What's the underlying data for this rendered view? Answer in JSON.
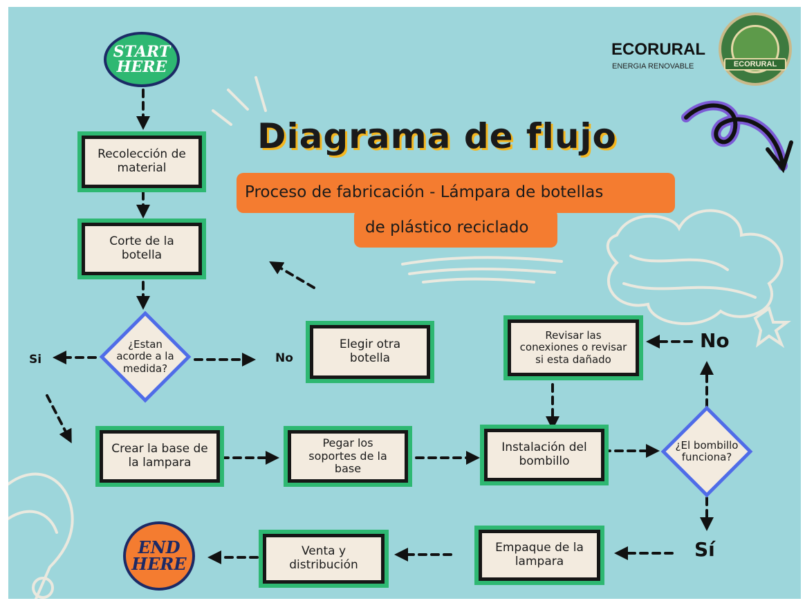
{
  "brand": {
    "name": "ECORURAL",
    "tagline": "ENERGIA RENOVABLE",
    "logo_text": "ECORURAL"
  },
  "title": "Diagrama de flujo",
  "subtitle": {
    "line1": "Proceso de fabricación - Lámpara de botellas",
    "line2": "de plástico reciclado"
  },
  "terminals": {
    "start": {
      "line1": "START",
      "line2": "HERE",
      "color": "#2eb872"
    },
    "end": {
      "line1": "END",
      "line2": "HERE",
      "color": "#f47c30"
    }
  },
  "steps": {
    "recoleccion": {
      "line1": "Recolección de",
      "line2": "material"
    },
    "corte": {
      "line1": "Corte de la",
      "line2": "botella"
    },
    "elegir": {
      "line1": "Elegir otra",
      "line2": "botella"
    },
    "crear_base": {
      "line1": "Crear la base de",
      "line2": "la lampara"
    },
    "pegar": {
      "line1": "Pegar los",
      "line2": "soportes de la",
      "line3": "base"
    },
    "instalacion": {
      "line1": "Instalación del",
      "line2": "bombillo"
    },
    "revisar": {
      "line1": "Revisar las",
      "line2": "conexiones o revisar",
      "line3": "si esta dañado"
    },
    "empaque": {
      "line1": "Empaque de la",
      "line2": "lampara"
    },
    "venta": {
      "line1": "Venta y",
      "line2": "distribución"
    }
  },
  "decisions": {
    "medida": {
      "line1": "¿Estan",
      "line2": "acorde a la",
      "line3": "medida?"
    },
    "bombillo": {
      "line1": "¿El bombillo",
      "line2": "funciona?"
    }
  },
  "branch_labels": {
    "medida_yes": "Si",
    "medida_no": "No",
    "bombillo_no": "No",
    "bombillo_yes": "Sí"
  },
  "colors": {
    "background": "#9dd6db",
    "box_border": "#2eb872",
    "decision_border": "#4f6ce8",
    "subtitle_fill": "#f47c30",
    "title_shadow": "#f4b61f"
  }
}
